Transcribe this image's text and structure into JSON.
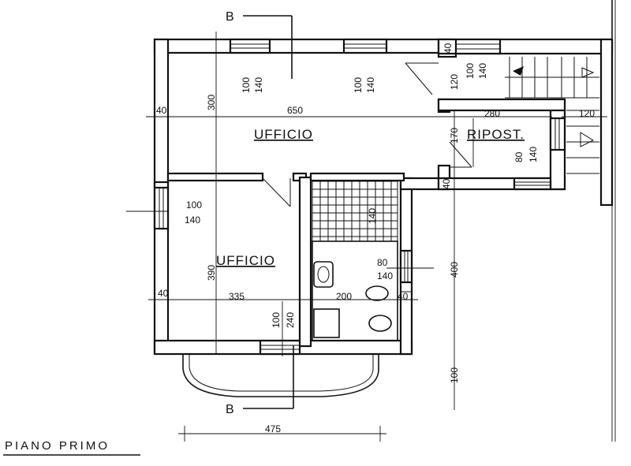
{
  "drawing": {
    "title": "PIANO PRIMO",
    "section_marker": "B"
  },
  "rooms": {
    "ufficio_top": "UFFICIO",
    "ufficio_left": "UFFICIO",
    "ripostiglio": "RIPOST."
  },
  "dimensions": {
    "d_650": "650",
    "d_300": "300",
    "d_40_left": "40",
    "d_100_top_a": "100",
    "d_140_top_a": "140",
    "d_100_top_b": "100",
    "d_140_top_b": "140",
    "d_40_top_right": "40",
    "d_120_top": "120",
    "d_100_top_c": "100",
    "d_140_top_c": "140",
    "d_280": "280",
    "d_120_right": "120",
    "d_170": "170",
    "d_80_rip": "80",
    "d_140_rip": "140",
    "d_40_mid": "40",
    "d_100_left_win": "100",
    "d_140_left_win": "140",
    "d_390": "390",
    "d_140_bath": "140",
    "d_80_bath": "80",
    "d_140_bath_win": "140",
    "d_400": "400",
    "d_40_low_left": "40",
    "d_335": "335",
    "d_100_bal": "100",
    "d_240_bal": "240",
    "d_200": "200",
    "d_40_bath_right": "40",
    "d_100_bottom": "100",
    "d_475": "475"
  }
}
